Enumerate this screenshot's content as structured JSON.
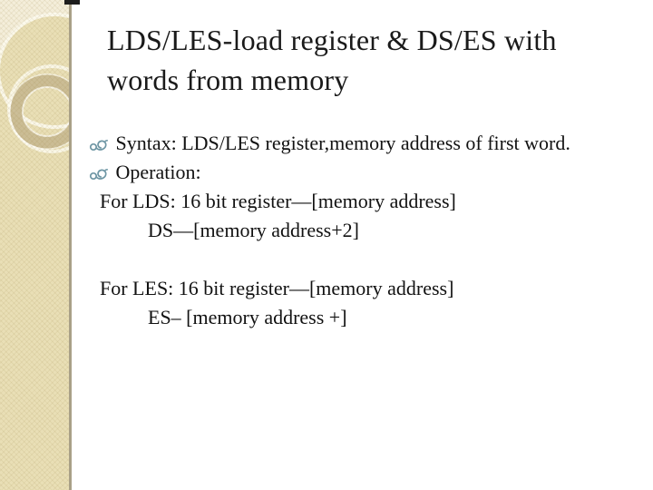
{
  "slide": {
    "title": {
      "lines": [
        "LDS/LES-load register & DS/ES with",
        "words from memory"
      ]
    },
    "body": {
      "lines": [
        {
          "type": "bullet",
          "text": "Syntax: LDS/LES register,memory address of first word."
        },
        {
          "type": "bullet",
          "text": "Operation:"
        },
        {
          "type": "plain",
          "text": "For LDS: 16 bit register—[memory address]"
        },
        {
          "type": "indent",
          "text": "DS—[memory address+2]"
        },
        {
          "type": "spacer",
          "text": ""
        },
        {
          "type": "plain",
          "text": "For LES: 16 bit register—[memory address]"
        },
        {
          "type": "indent",
          "text": "ES– [memory address +]"
        }
      ]
    },
    "icons": {
      "bullet": "ornament-bullet-icon",
      "sidebar": "decorative-circles"
    }
  },
  "theme": {
    "c_bg": "#ffffff",
    "c_sidebar": "#e9dfb6",
    "c_sidebar_light": "#f4eeda",
    "c_sidebar_border": "#a9a087",
    "c_ring": "#c9ba94",
    "c_arc": "#fdfbf0",
    "c_title": "#1a1a1a",
    "c_body": "#121212",
    "c_bullet": "#6e96a4",
    "c_notch": "#1d1d1d"
  }
}
